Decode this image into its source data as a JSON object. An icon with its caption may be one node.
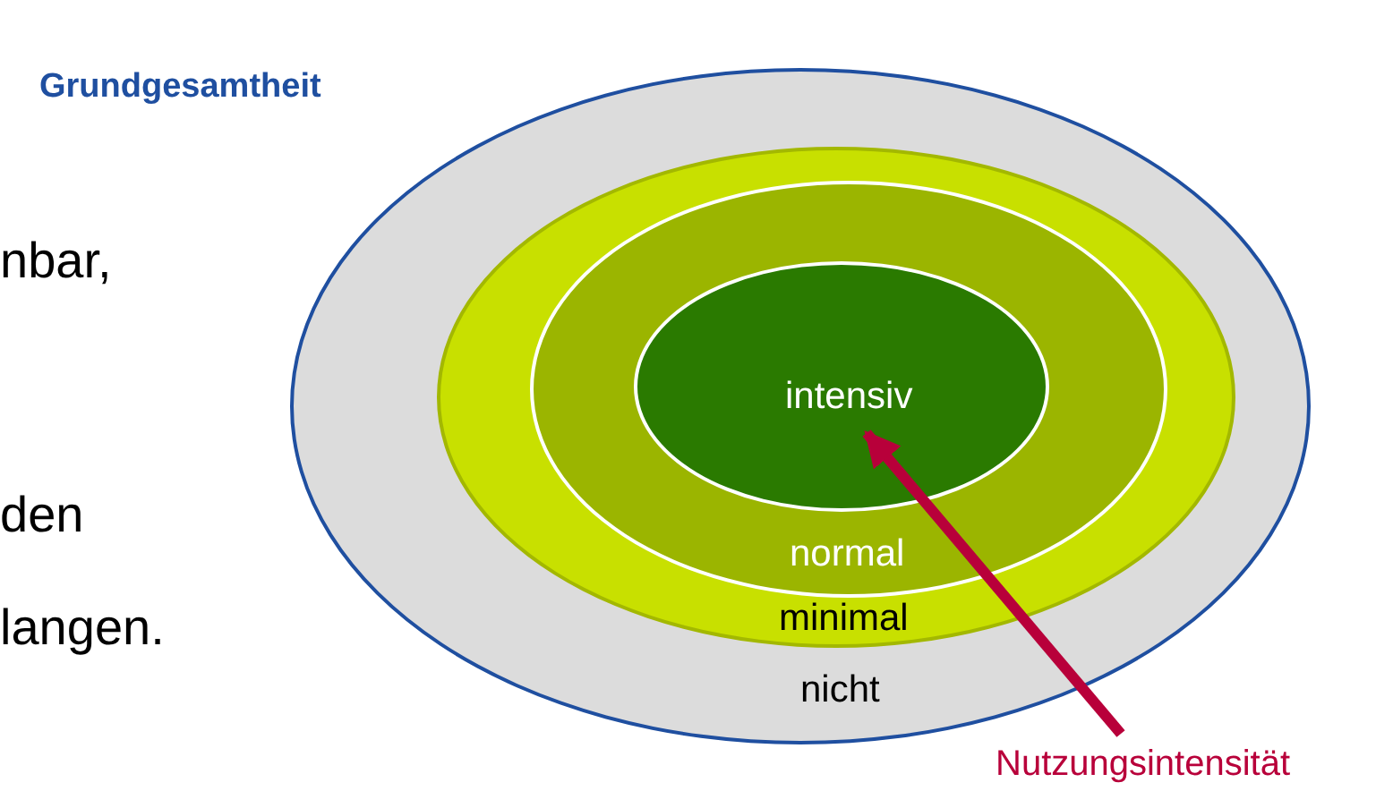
{
  "diagram": {
    "nodes": [
      {
        "text": [
          "Grundgesamtheit",
          "nicht"
        ]
      },
      {
        "text": [
          "minimal"
        ],
        "in": 0
      },
      {
        "text": [
          "normal"
        ],
        "in": 1
      },
      {
        "text": [
          "intensiv"
        ],
        "in": 2
      },
      {
        "text": [
          "Nutzungsintensität"
        ]
      }
    ],
    "edges": [
      {
        "from": 4,
        "to": 3,
        "arrow": "to",
        "color": "#b8003a"
      }
    ],
    "labels": [
      "nbar,",
      "den",
      "langen."
    ]
  }
}
